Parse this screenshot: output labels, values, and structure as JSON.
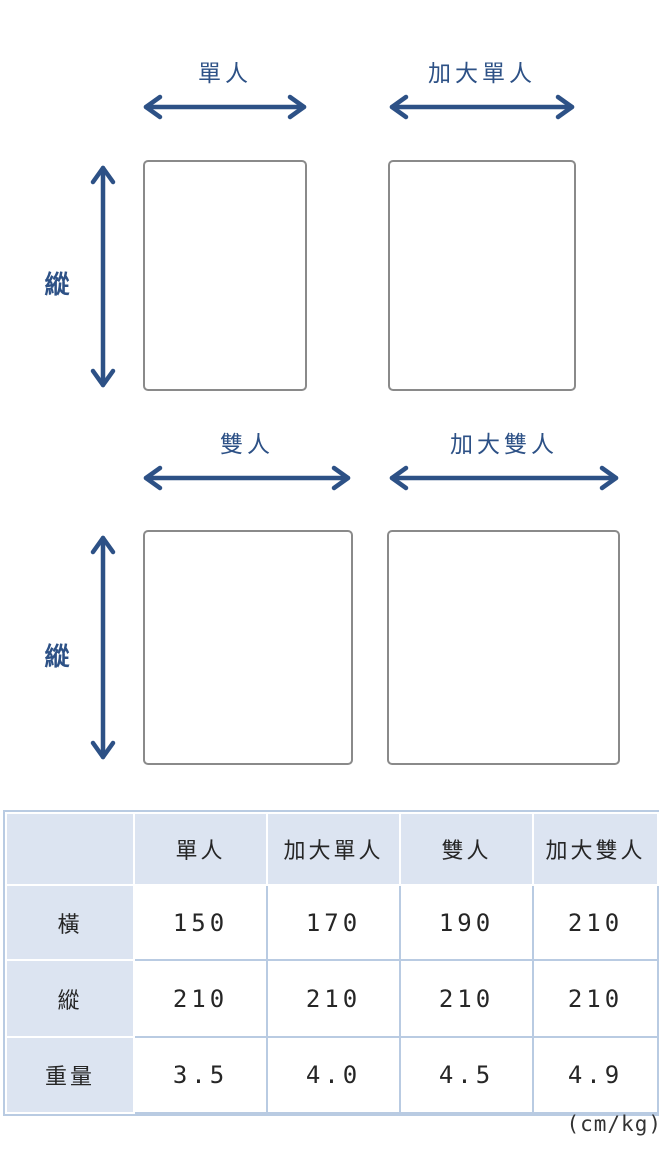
{
  "colors": {
    "arrow_navy": "#2d5186",
    "rect_border_gray": "#8a8a8a",
    "table_header_bg": "#dce4f1",
    "table_grid_blue": "#b9cbe2",
    "table_text": "#262626"
  },
  "diagram": {
    "sections": [
      {
        "vertical_label": "縱",
        "items": [
          {
            "label": "單人"
          },
          {
            "label": "加大單人"
          }
        ]
      },
      {
        "vertical_label": "縱",
        "items": [
          {
            "label": "雙人"
          },
          {
            "label": "加大雙人"
          }
        ]
      }
    ]
  },
  "table": {
    "headers": [
      "單人",
      "加大單人",
      "雙人",
      "加大雙人"
    ],
    "rows": [
      {
        "label": "橫",
        "values": [
          "150",
          "170",
          "190",
          "210"
        ]
      },
      {
        "label": "縱",
        "values": [
          "210",
          "210",
          "210",
          "210"
        ]
      },
      {
        "label": "重量",
        "values": [
          "3.5",
          "4.0",
          "4.5",
          "4.9"
        ]
      }
    ],
    "unit": "(cm/kg)"
  }
}
